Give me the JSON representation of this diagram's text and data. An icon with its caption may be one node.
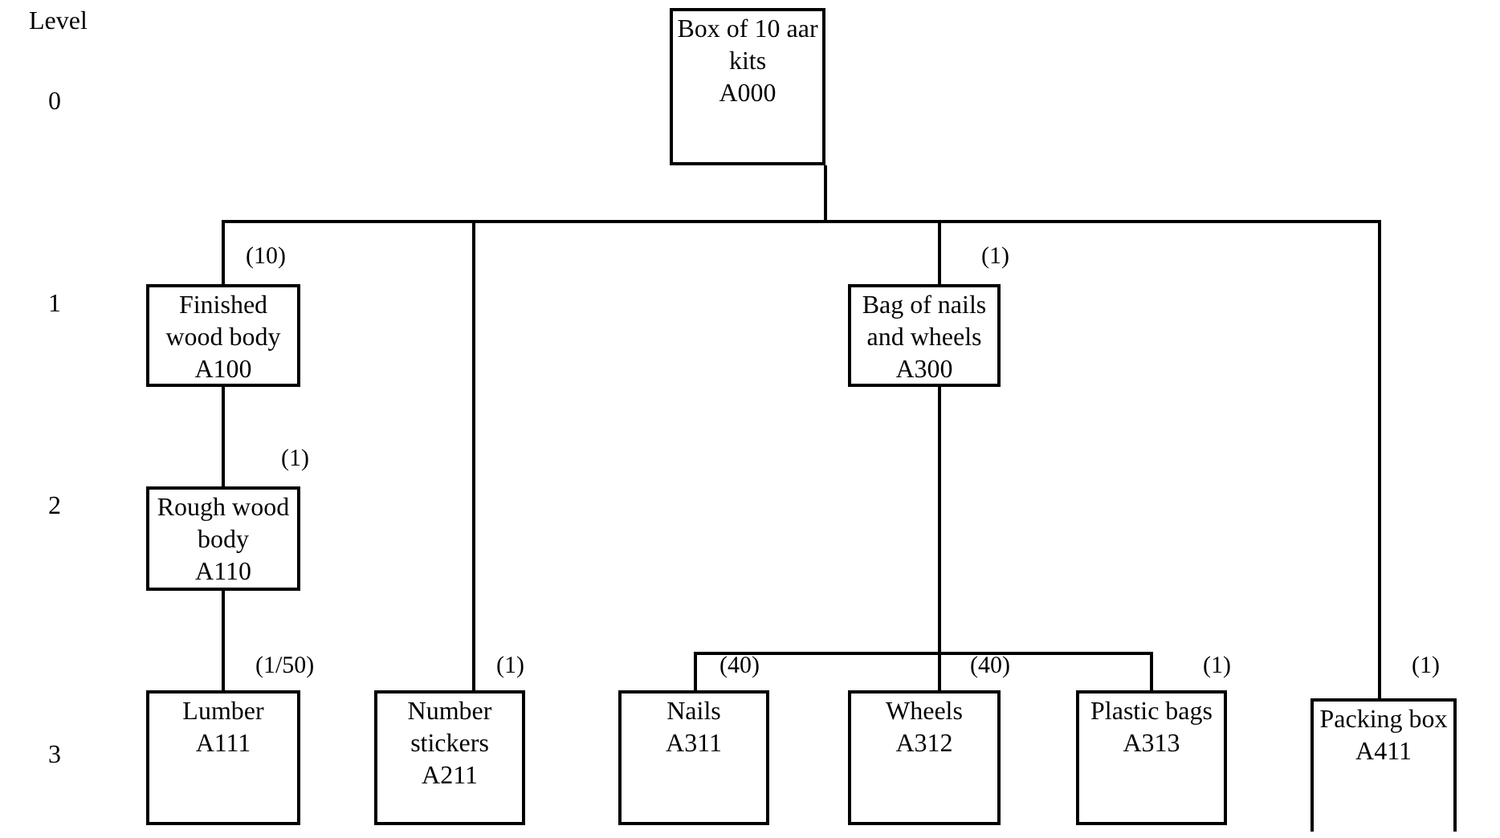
{
  "diagram": {
    "nodes": [
      {
        "text": [
          "Box of 10 aar kits",
          "A000"
        ]
      },
      {
        "text": [
          "Finished wood body",
          "A100"
        ],
        "beside": [
          "(10)"
        ]
      },
      {
        "text": [
          "Rough wood body",
          "A110"
        ],
        "beside": [
          "(1)"
        ]
      },
      {
        "text": [
          "Lumber",
          "A111"
        ],
        "beside": [
          "(1/50)"
        ]
      },
      {
        "text": [
          "Number stickers",
          "A211"
        ],
        "beside": [
          "(1)"
        ]
      },
      {
        "text": [
          "Bag of nails and wheels",
          "A300"
        ],
        "beside": [
          "(1)"
        ]
      },
      {
        "text": [
          "Nails",
          "A311"
        ],
        "beside": [
          "(40)"
        ]
      },
      {
        "text": [
          "Wheels",
          "A312"
        ],
        "beside": [
          "(40)"
        ]
      },
      {
        "text": [
          "Plastic bags",
          "A313"
        ],
        "beside": [
          "(1)"
        ]
      },
      {
        "text": [
          "Packing box",
          "A411"
        ],
        "beside": [
          "(1)"
        ]
      }
    ],
    "edges": [
      {
        "from": 0,
        "to": 1,
        "arrow": "none"
      },
      {
        "from": 0,
        "to": 4,
        "arrow": "none"
      },
      {
        "from": 0,
        "to": 5,
        "arrow": "none"
      },
      {
        "from": 0,
        "to": 9,
        "arrow": "none"
      },
      {
        "from": 1,
        "to": 2,
        "arrow": "none"
      },
      {
        "from": 2,
        "to": 3,
        "arrow": "none"
      },
      {
        "from": 5,
        "to": 6,
        "arrow": "none"
      },
      {
        "from": 5,
        "to": 7,
        "arrow": "none"
      },
      {
        "from": 5,
        "to": 8,
        "arrow": "none"
      }
    ],
    "labels": [
      "Level",
      "0",
      "1",
      "2",
      "3"
    ]
  }
}
